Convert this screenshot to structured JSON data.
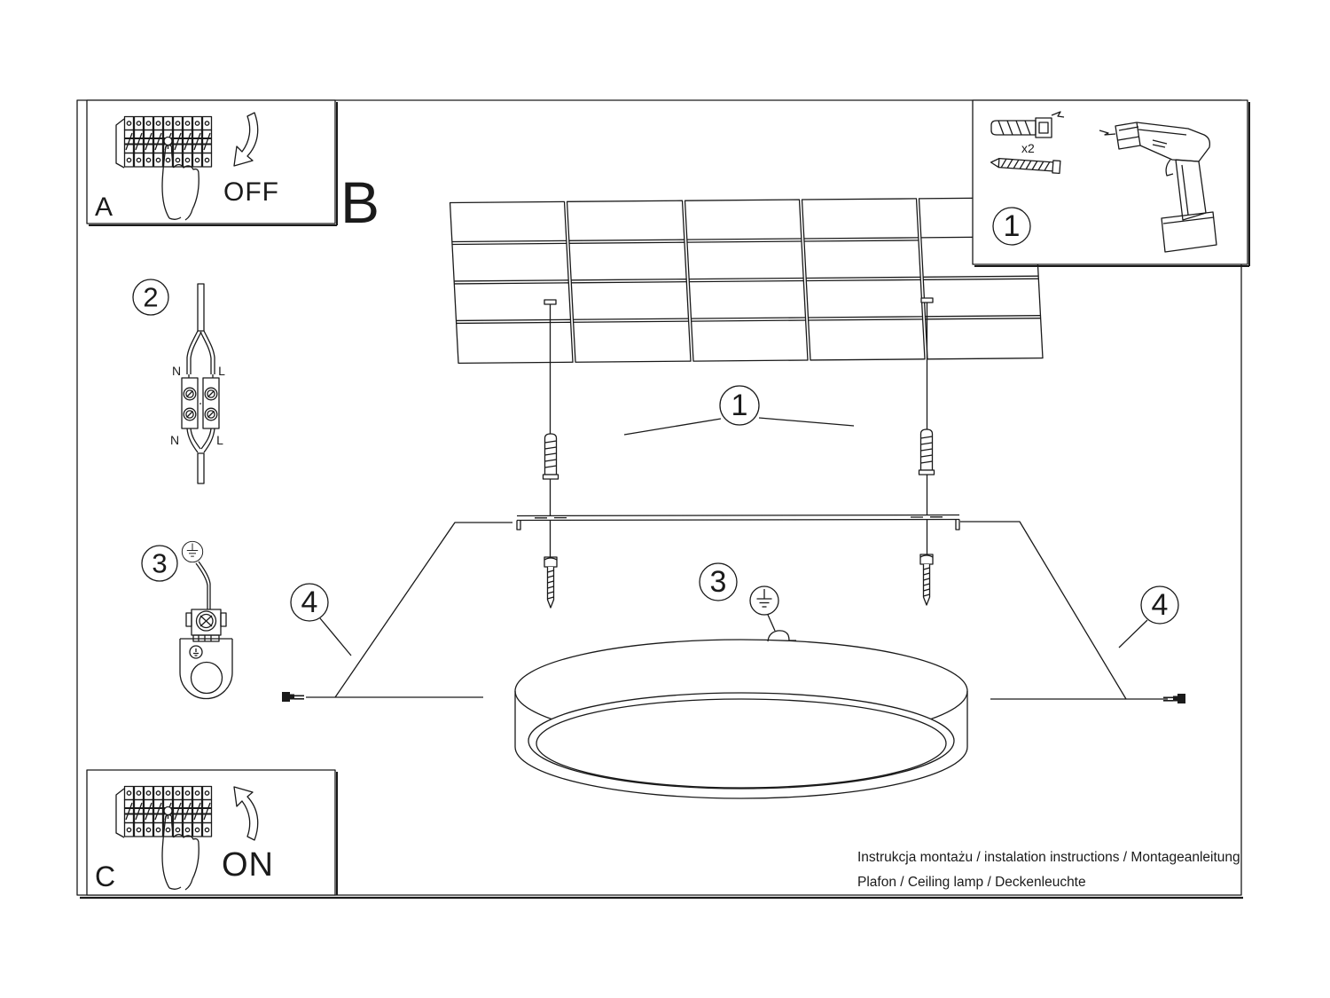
{
  "colors": {
    "ink": "#1a1a1a",
    "paper": "#ffffff"
  },
  "panel_a": {
    "label": "A",
    "state": "OFF"
  },
  "section_label_b": "B",
  "panel_c": {
    "label": "C",
    "state": "ON"
  },
  "kit_panel": {
    "step": "1",
    "quantity": "x2"
  },
  "callouts": {
    "step_1": "1",
    "step_2": "2",
    "step_3": "3",
    "step_4": "4"
  },
  "wiring": {
    "neutral_top": "N",
    "line_top": "L",
    "neutral_bottom": "N",
    "line_bottom": "L"
  },
  "footer": {
    "line_1": "Instrukcja montażu / instalation instructions / Montageanleitung",
    "line_2": "Plafon / Ceiling lamp / Deckenleuchte"
  }
}
